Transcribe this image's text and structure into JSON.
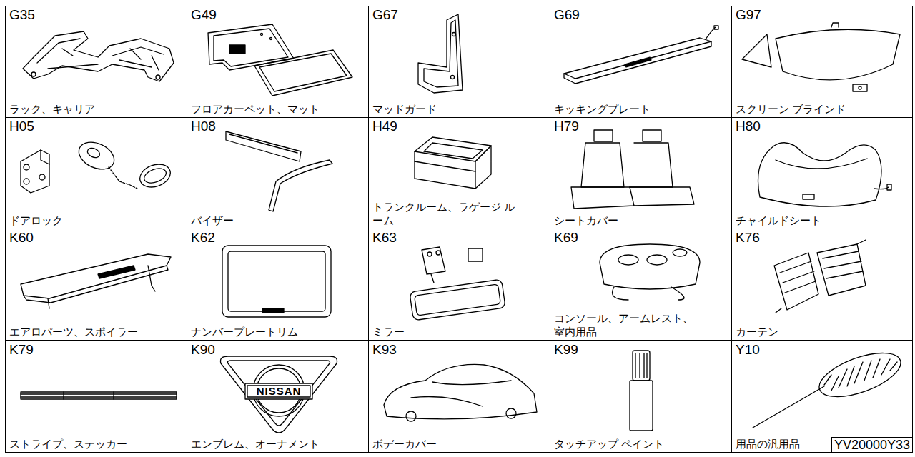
{
  "diagram": {
    "nodes": [
      {
        "text": [
          "G35",
          "ラック、キャリア"
        ]
      },
      {
        "text": [
          "G49",
          "フロアカーペット、マット"
        ]
      },
      {
        "text": [
          "G67",
          "マッドガード"
        ]
      },
      {
        "text": [
          "G69",
          "キッキングプレート"
        ]
      },
      {
        "text": [
          "G97",
          "スクリーン ブラインド"
        ]
      },
      {
        "text": [
          "H05",
          "ドアロック"
        ]
      },
      {
        "text": [
          "H08",
          "バイザー"
        ]
      },
      {
        "text": [
          "H49",
          "トランクルーム、ラゲージ ルーム"
        ]
      },
      {
        "text": [
          "H79",
          "シートカバー"
        ]
      },
      {
        "text": [
          "H80",
          "チャイルドシート"
        ]
      },
      {
        "text": [
          "K60",
          "エアロパーツ、スポイラー"
        ]
      },
      {
        "text": [
          "K62",
          "ナンバープレートリム"
        ]
      },
      {
        "text": [
          "K63",
          "ミラー"
        ]
      },
      {
        "text": [
          "K69",
          "コンソール、アームレスト、 室内用品"
        ]
      },
      {
        "text": [
          "K76",
          "カーテン"
        ]
      },
      {
        "text": [
          "K79",
          "ストライプ、ステッカー"
        ]
      },
      {
        "text": [
          "K90",
          "エンブレム、オーナメント"
        ]
      },
      {
        "text": [
          "K93",
          "ボデーカバー"
        ]
      },
      {
        "text": [
          "K99",
          "タッチアップ ペイント"
        ]
      },
      {
        "text": [
          "Y10",
          "用品の汎用品"
        ]
      },
      {
        "text": [
          "YV20000Y33"
        ]
      }
    ],
    "labels": [
      "NISSAN"
    ]
  }
}
